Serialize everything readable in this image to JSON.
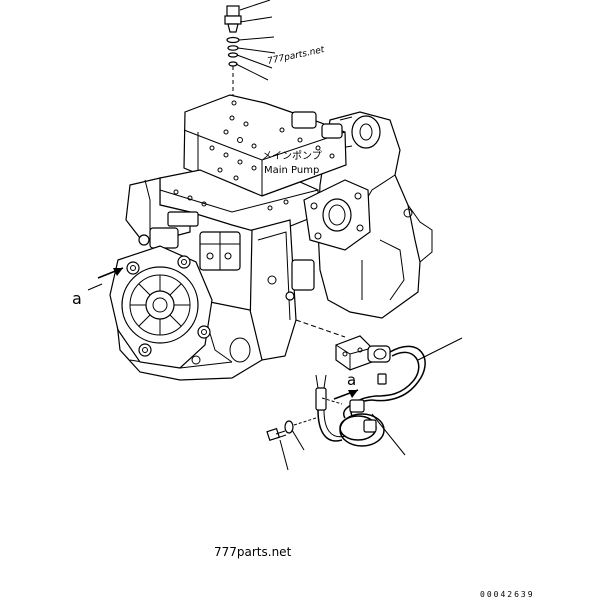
{
  "part_label_jp": "メインポンプ",
  "part_label_en": "Main Pump",
  "watermark_top": "777parts.net",
  "watermark_bottom": "777parts.net",
  "view_marker_left": "a",
  "view_marker_right": "a",
  "drawing_number": "00042639"
}
